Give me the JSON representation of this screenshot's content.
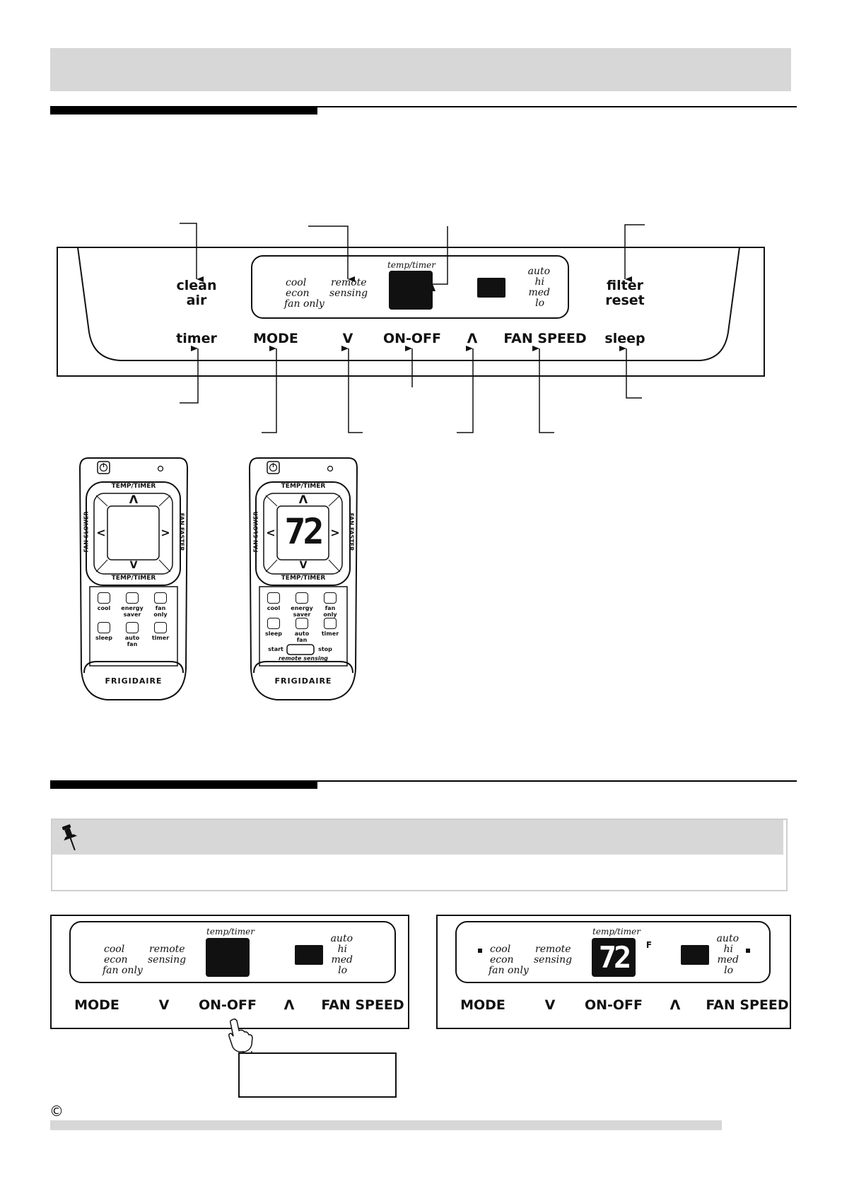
{
  "panel": {
    "labels": {
      "clean_air_1": "clean",
      "clean_air_2": "air",
      "filter_reset_1": "filter",
      "filter_reset_2": "reset",
      "timer": "timer",
      "mode": "MODE",
      "down": "V",
      "onoff": "ON-OFF",
      "up": "Λ",
      "fan_speed": "FAN SPEED",
      "sleep": "sleep"
    },
    "display": {
      "modes": [
        "cool",
        "econ",
        "fan only"
      ],
      "remote": [
        "remote",
        "sensing"
      ],
      "temp_timer": "temp/timer",
      "fan_levels": [
        "auto",
        "hi",
        "med",
        "lo"
      ]
    }
  },
  "remote": {
    "temp_timer": "TEMP/TIMER",
    "fan_slower": "FAN SLOWER",
    "fan_faster": "FAN FASTER",
    "up": "Λ",
    "down": "V",
    "left": "<",
    "right": ">",
    "buttons_row1": [
      "cool",
      "energy saver",
      "fan only"
    ],
    "buttons_row2": [
      "sleep",
      "auto fan",
      "timer"
    ],
    "start": "start",
    "stop": "stop",
    "remote_sensing": "remote sensing",
    "brand": "FRIGIDAIRE",
    "display_value": "72"
  },
  "small_panel": {
    "display_value": "72",
    "unit": "F",
    "labels": {
      "mode": "MODE",
      "down": "V",
      "onoff": "ON-OFF",
      "up": "Λ",
      "fan_speed": "FAN SPEED"
    }
  },
  "footer": {
    "copyright": "©"
  }
}
